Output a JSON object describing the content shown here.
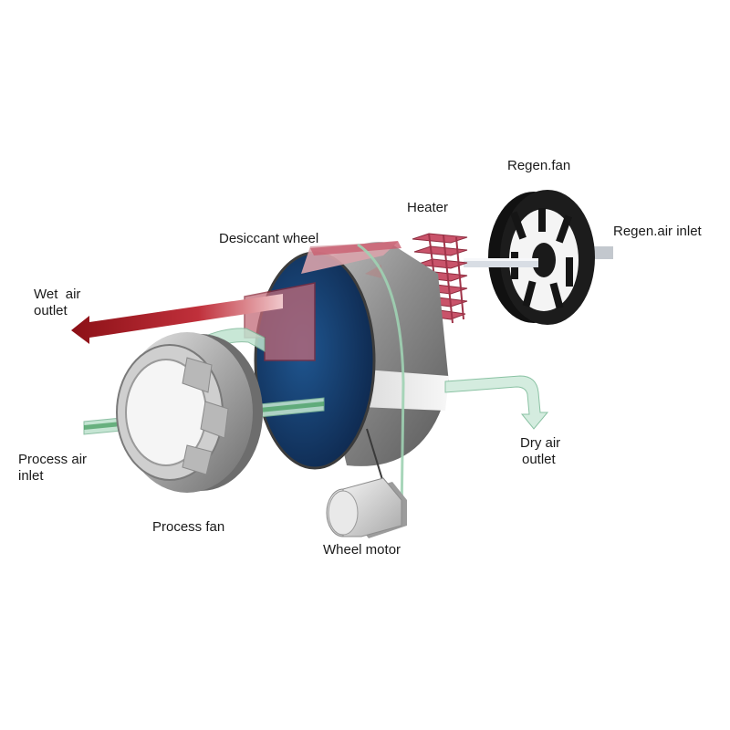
{
  "labels": {
    "regen_fan": "Regen.fan",
    "heater": "Heater",
    "regen_air_inlet": "Regen.air inlet",
    "desiccant_wheel": "Desiccant wheel",
    "wet_air_outlet_line1": "Wet  air",
    "wet_air_outlet_line2": "outlet",
    "process_air_inlet_line1": "Process air",
    "process_air_inlet_line2": "inlet",
    "dry_air_outlet_line1": "Dry air",
    "dry_air_outlet_line2": "outlet",
    "process_fan": "Process fan",
    "wheel_motor": "Wheel motor"
  },
  "colors": {
    "wet_air_stream": "#b0202a",
    "process_air_stream": "#bfe3cf",
    "process_air_core": "#3f9a5a",
    "desiccant_face": "#173e6e",
    "heater_fins": "#c9536a",
    "wheel_housing": "#9a9a9a"
  }
}
